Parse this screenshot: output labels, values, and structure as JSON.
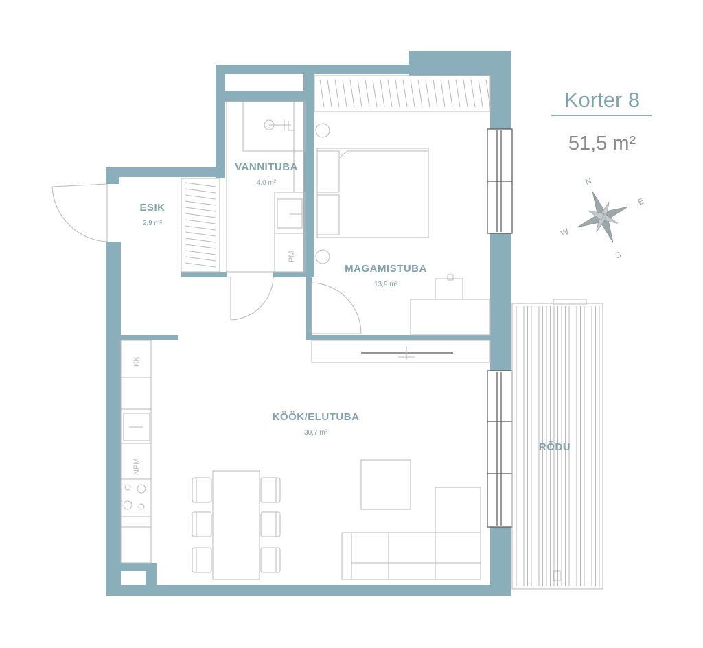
{
  "header": {
    "apartment_title": "Korter 8",
    "apartment_area": "51,5 m²"
  },
  "rooms": [
    {
      "id": "vannituba",
      "name": "VANNITUBA",
      "area": "4,0 m²"
    },
    {
      "id": "esik",
      "name": "ESIK",
      "area": "2,9 m²"
    },
    {
      "id": "magamistuba",
      "name": "MAGAMISTUBA",
      "area": "13,9 m²"
    },
    {
      "id": "kook",
      "name": "KÖÖK/ELUTUBA",
      "area": "30,7 m²"
    },
    {
      "id": "rodu",
      "name": "RÕDU",
      "area": ""
    }
  ],
  "appliances": {
    "pm": "PM",
    "kk": "KK",
    "npm": "NPM"
  },
  "compass": {
    "n": "N",
    "e": "E",
    "s": "S",
    "w": "W",
    "icon": "compass-rose-icon"
  },
  "colors": {
    "wall": "#8aafba",
    "label": "#7fa3ae",
    "area_text": "#8a8a8a"
  }
}
